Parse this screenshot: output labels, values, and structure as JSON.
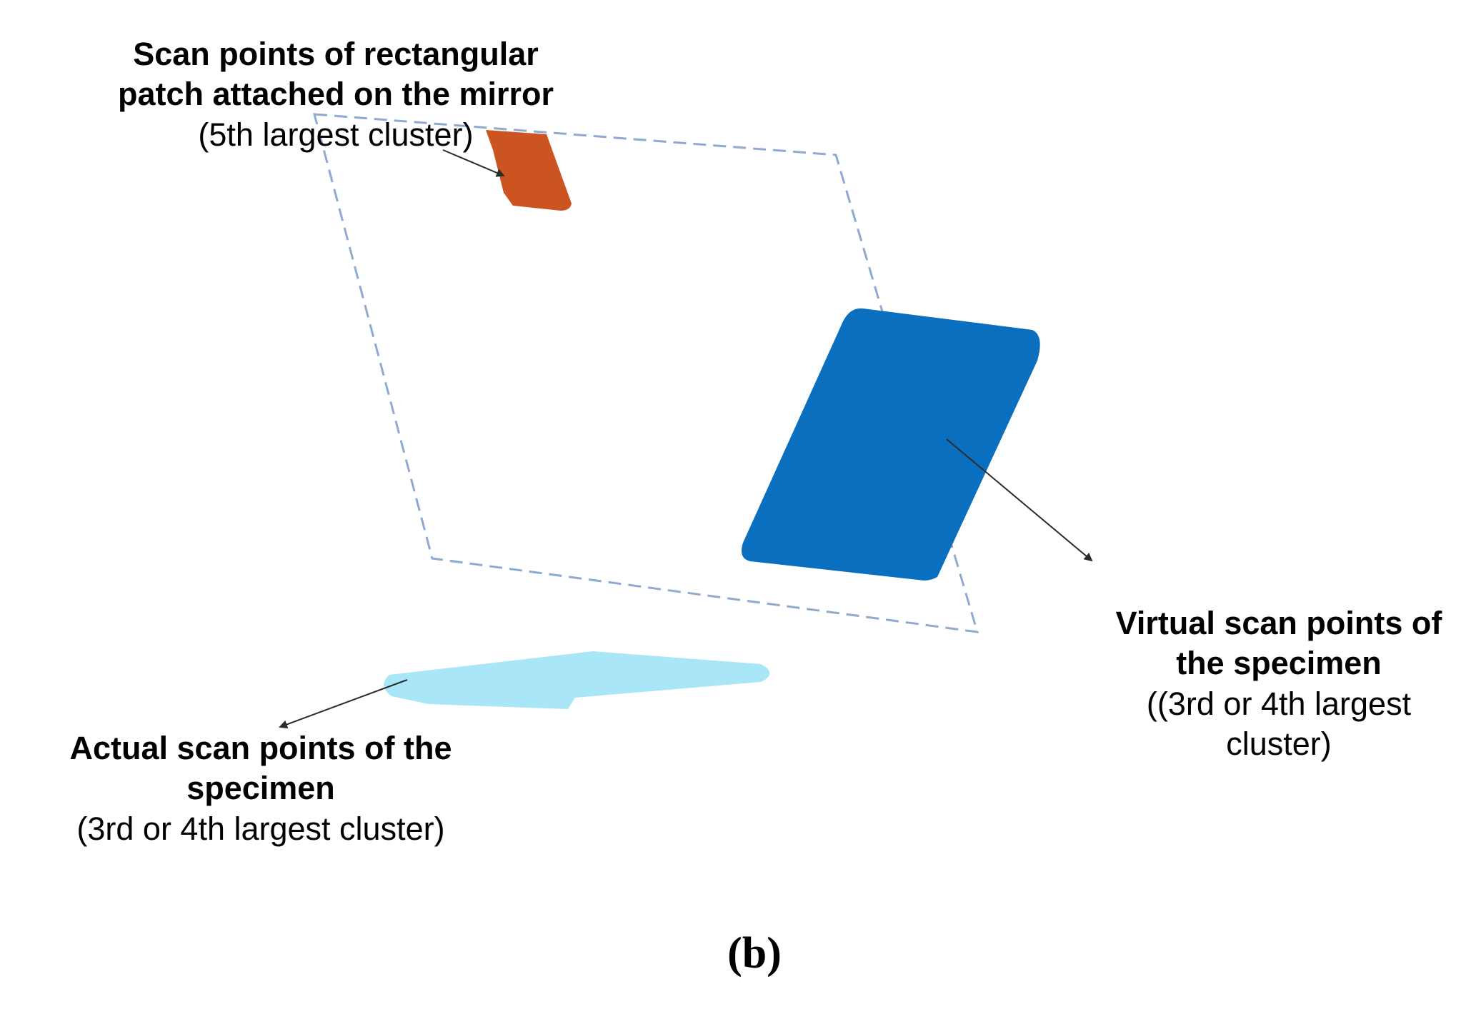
{
  "colors": {
    "background": "#ffffff",
    "mirror_outline": "#8fa9d0",
    "patch_cluster": "#cc5420",
    "virtual_cluster": "#0a6fbe",
    "actual_cluster": "#a8e6f8",
    "arrow": "#2b2b2b"
  },
  "annotations": {
    "patch": {
      "line1": "Scan points of rectangular",
      "line2": "patch attached on the mirror",
      "line3": "(5th largest cluster)"
    },
    "virtual": {
      "line1": "Virtual scan points of",
      "line2": "the specimen",
      "line3": "((3rd or 4th largest",
      "line4": "cluster)"
    },
    "actual": {
      "line1": "Actual scan points of the",
      "line2": "specimen",
      "line3": "(3rd or 4th largest cluster)"
    }
  },
  "figure_label": "(b)"
}
